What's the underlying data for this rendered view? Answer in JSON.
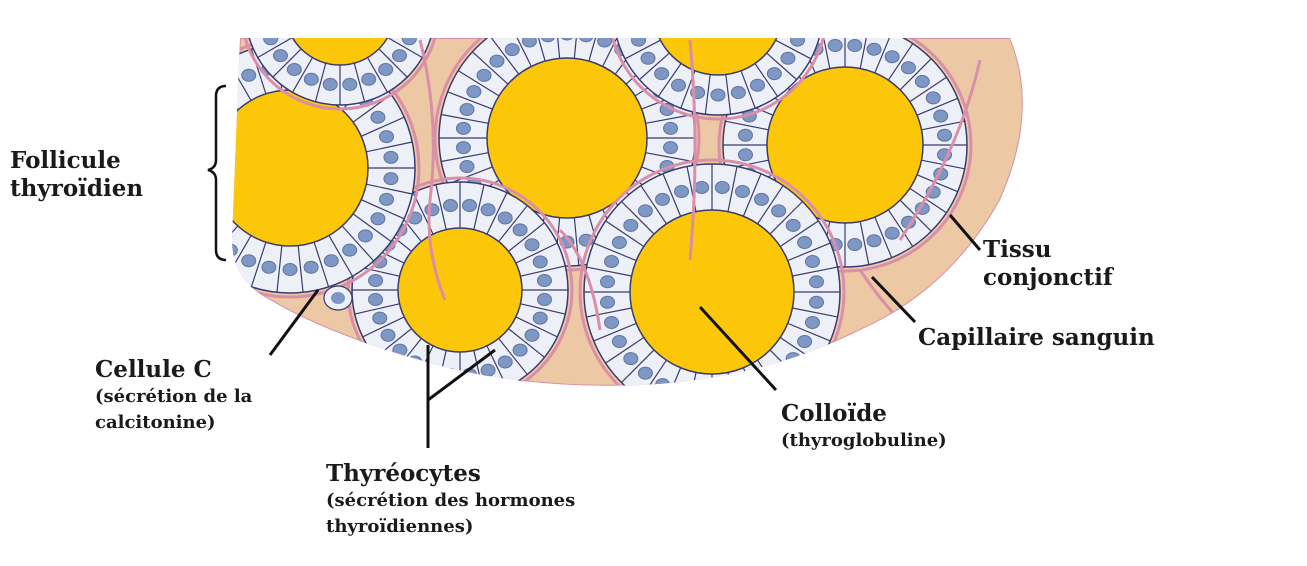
{
  "labels": {
    "follicule": {
      "line1": "Follicule",
      "line2": "thyroïdien"
    },
    "tissu": {
      "line1": "Tissu",
      "line2": "conjonctif"
    },
    "capillaire": "Capillaire sanguin",
    "cellule_c": {
      "line1": "Cellule C",
      "line2": "(sécrétion de la",
      "line3": "calcitonine)"
    },
    "colloide": {
      "line1": "Colloïde",
      "line2": "(thyroglobuline)"
    },
    "thyreocytes": {
      "line1": "Thyréocytes",
      "line2": "(sécrétion des hormones",
      "line3": "thyroïdiennes)"
    }
  },
  "colors": {
    "colloid": "#fcc708",
    "connective_tissue": "#ecc9a4",
    "cell_fill": "#eef0f8",
    "cell_border": "#3b3b6e",
    "nucleus": "#7f97c4",
    "capillary": "#d98fa8",
    "line": "#111111"
  }
}
